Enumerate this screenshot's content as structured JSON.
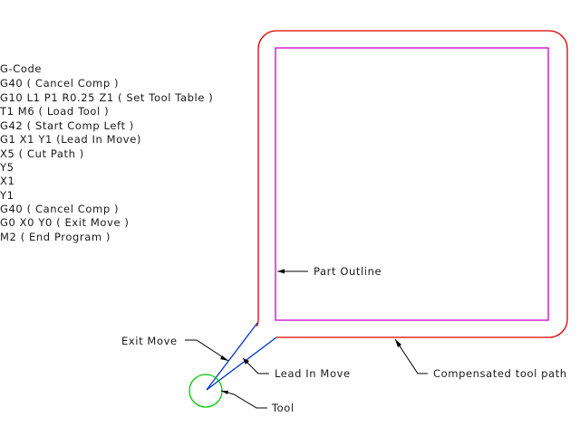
{
  "gcode": {
    "heading": "G-Code",
    "lines": [
      "G40 ( Cancel Comp )",
      "G10 L1 P1 R0.25 Z1 ( Set Tool Table )",
      "T1 M6 ( Load Tool )",
      "G42 ( Start Comp Left )",
      "G1 X1 Y1 (Lead In Move)",
      "X5 ( Cut Path )",
      "Y5",
      "X1",
      "Y1",
      "G40 ( Cancel Comp )",
      "G0 X0 Y0 ( Exit Move )",
      "M2 ( End Program )"
    ]
  },
  "labels": {
    "part_outline": "Part Outline",
    "exit_move": "Exit Move",
    "lead_in_move": "Lead In Move",
    "compensated_tool_path": "Compensated tool path",
    "tool": "Tool"
  },
  "colors": {
    "part_outline": "#cc00cc",
    "tool_path": "#dd0000",
    "moves": "#0033cc",
    "tool": "#00cc00",
    "leader": "#000000"
  }
}
